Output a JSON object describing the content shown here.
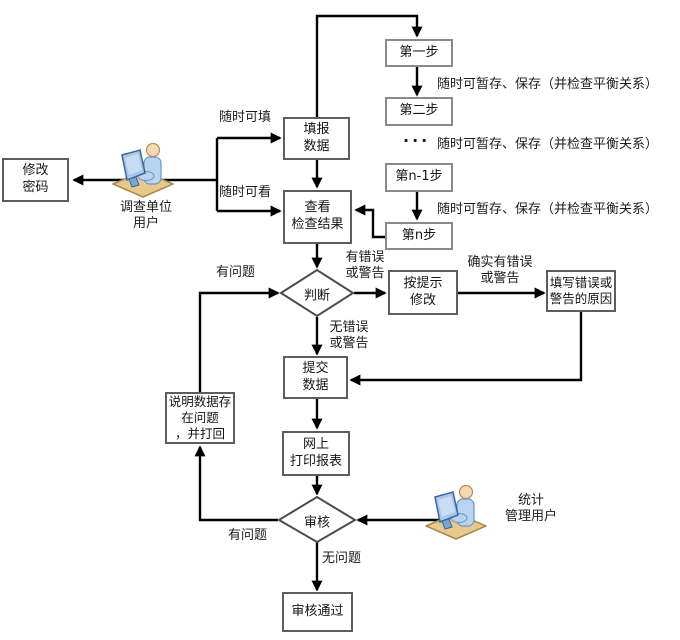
{
  "diagram": {
    "nodes": {
      "modify_password": {
        "label": "修改\n密码"
      },
      "fill_data": {
        "label": "填报\n数据"
      },
      "view_results": {
        "label": "查看\n检查结果"
      },
      "step_1": {
        "label": "第一步"
      },
      "step_2": {
        "label": "第二步"
      },
      "step_n1": {
        "label": "第n-1步"
      },
      "step_n": {
        "label": "第n步"
      },
      "judge": {
        "label": "判断"
      },
      "modify_per_prompt": {
        "label": "按提示\n修改"
      },
      "fill_error_reason": {
        "label": "填写错误或\n警告的原因"
      },
      "submit_data": {
        "label": "提交\n数据"
      },
      "print_report": {
        "label": "网上\n打印报表"
      },
      "explain_and_return": {
        "label": "说明数据存\n在问题\n，并打回"
      },
      "audit": {
        "label": "审核"
      },
      "audit_passed": {
        "label": "审核通过"
      }
    },
    "edge_labels": {
      "anytime_fill": "随时可填",
      "anytime_view": "随时可看",
      "save_note_1": "随时可暂存、保存（并检查平衡关系）",
      "save_note_2": "随时可暂存、保存（并检查平衡关系）",
      "save_note_3": "随时可暂存、保存（并检查平衡关系）",
      "ellipsis": "···",
      "has_error": "有错误\n或警告",
      "no_error": "无错误\n或警告",
      "confirm_error": "确实有错误\n或警告",
      "has_problem_judge": "有问题",
      "has_problem_audit": "有问题",
      "no_problem": "无问题"
    },
    "actors": {
      "survey_unit_user": {
        "label": "调查单位\n用户"
      },
      "stats_admin_user": {
        "label": "统计\n管理用户"
      }
    },
    "colors": {
      "line": "#000000",
      "box_border": "#5d5d5d",
      "step_border": "#8a8a8a",
      "text": "#151515",
      "actor_mat": "#e7c98f",
      "actor_mat_edge": "#a98948",
      "actor_monitor": "#a9c7e8",
      "actor_monitor_edge": "#3c66a0",
      "actor_body": "#bad3ee",
      "actor_skin": "#f4d9b3"
    }
  }
}
